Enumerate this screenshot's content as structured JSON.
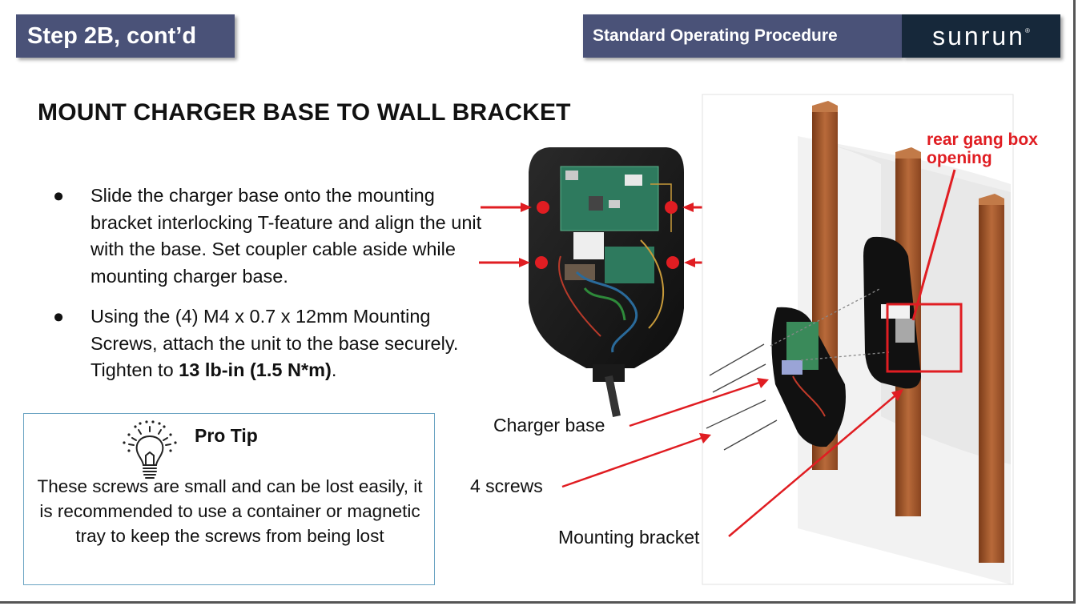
{
  "header": {
    "step_label": "Step 2B, cont’d",
    "sop_label": "Standard Operating Procedure",
    "logo_text": "sunrun"
  },
  "title": "MOUNT CHARGER BASE TO WALL BRACKET",
  "steps": [
    {
      "text_before": "Slide the charger base onto the mounting bracket interlocking T-feature and align the unit with the base. Set coupler cable aside while mounting charger base.",
      "bold": "",
      "text_after": ""
    },
    {
      "text_before": "Using the (4) M4 x 0.7 x 12mm Mounting Screws, attach the unit to the base securely. Tighten to ",
      "bold": "13 lb-in (1.5 N*m)",
      "text_after": "."
    }
  ],
  "bullet_glyph": "●",
  "pro_tip": {
    "title": "Pro Tip",
    "text": "These screws are small and can be lost easily, it is recommended to use a container or magnetic tray to keep the screws from being lost",
    "icon": "lightbulb-icon"
  },
  "diagram_labels": {
    "gang_box": "rear gang box opening",
    "charger_base": "Charger base",
    "screws": "4 screws",
    "mounting_bracket": "Mounting bracket"
  },
  "colors": {
    "header_bar": "#4a5278",
    "logo_bg": "#16283a",
    "annotation_red": "#e01d22",
    "tip_border": "#6aa3c2"
  }
}
